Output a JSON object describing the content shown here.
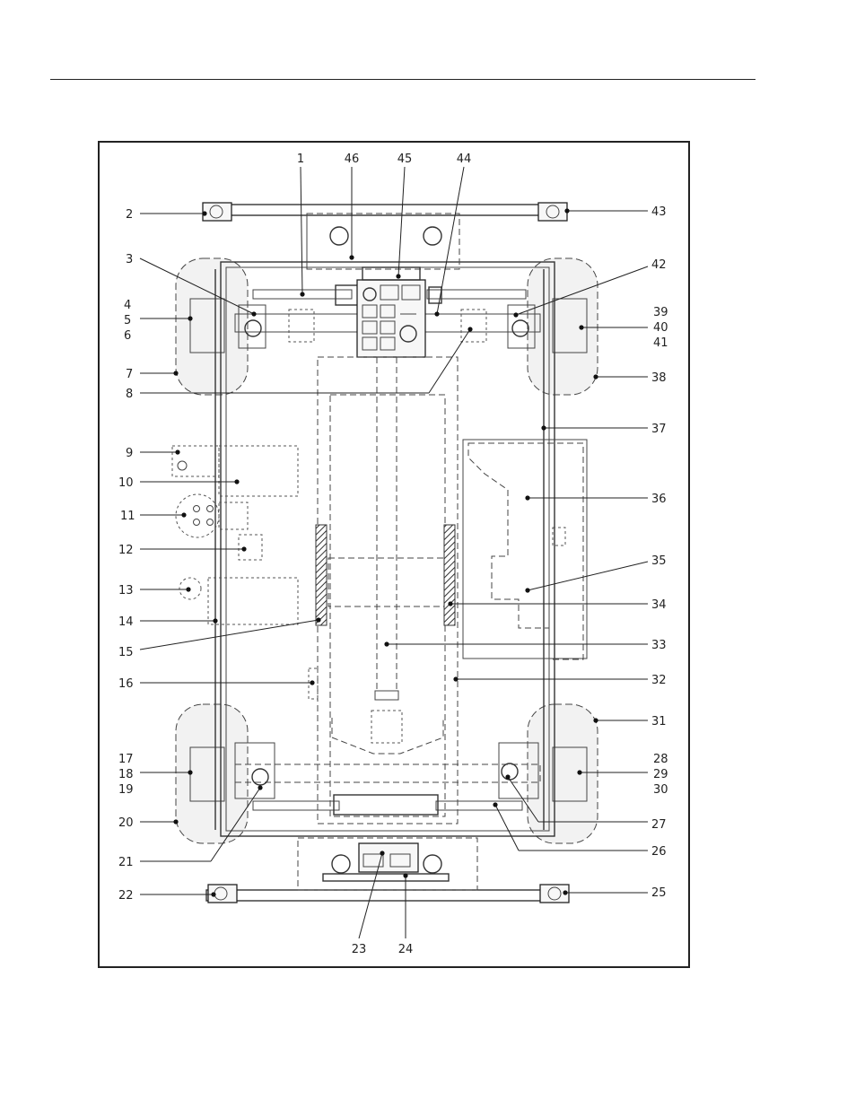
{
  "callouts": {
    "n1": "1",
    "n2": "2",
    "n3": "3",
    "n4": "4",
    "n5": "5",
    "n6": "6",
    "n7": "7",
    "n8": "8",
    "n9": "9",
    "n10": "10",
    "n11": "11",
    "n12": "12",
    "n13": "13",
    "n14": "14",
    "n15": "15",
    "n16": "16",
    "n17": "17",
    "n18": "18",
    "n19": "19",
    "n20": "20",
    "n21": "21",
    "n22": "22",
    "n23": "23",
    "n24": "24",
    "n25": "25",
    "n26": "26",
    "n27": "27",
    "n28": "28",
    "n29": "29",
    "n30": "30",
    "n31": "31",
    "n32": "32",
    "n33": "33",
    "n34": "34",
    "n35": "35",
    "n36": "36",
    "n37": "37",
    "n38": "38",
    "n39": "39",
    "n40": "40",
    "n41": "41",
    "n42": "42",
    "n43": "43",
    "n44": "44",
    "n45": "45",
    "n46": "46"
  },
  "colors": {
    "line": "#222222",
    "fill": "#f2f2f2",
    "background": "#ffffff"
  }
}
